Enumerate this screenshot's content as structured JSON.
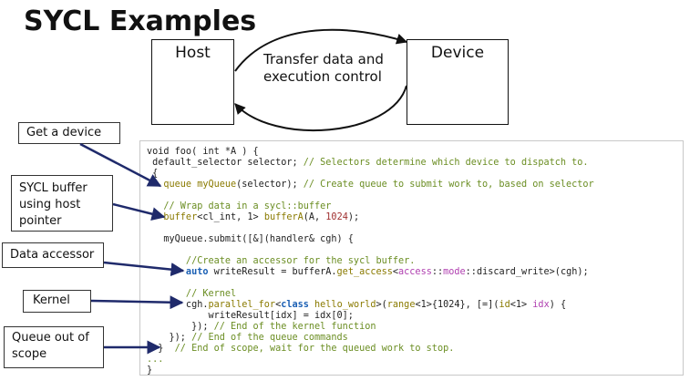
{
  "title": "SYCL Examples",
  "diagram": {
    "host_label": "Host",
    "device_label": "Device",
    "arc_label_line1": "Transfer data and",
    "arc_label_line2": "execution control"
  },
  "callouts": [
    {
      "line1": "Get a device"
    },
    {
      "line1": "SYCL buffer",
      "line2": "using host",
      "line3": "pointer"
    },
    {
      "line1": "Data accessor"
    },
    {
      "line1": "Kernel"
    },
    {
      "line1": "Queue out of",
      "line2": "scope"
    }
  ],
  "code": [
    {
      "spans": [
        {
          "t": "void foo( int *A ) {",
          "c": "plain"
        }
      ]
    },
    {
      "spans": [
        {
          "t": " default_selector selector; ",
          "c": "plain"
        },
        {
          "t": "// Selectors determine which device to dispatch to.",
          "c": "comment"
        }
      ]
    },
    {
      "spans": [
        {
          "t": " {",
          "c": "plain"
        }
      ]
    },
    {
      "spans": [
        {
          "t": "   queue ",
          "c": "type"
        },
        {
          "t": "myQueue",
          "c": "type"
        },
        {
          "t": "(selector); ",
          "c": "plain"
        },
        {
          "t": "// Create queue to submit work to, based on selector",
          "c": "comment"
        }
      ]
    },
    {
      "spans": [
        {
          "t": "",
          "c": "plain"
        }
      ]
    },
    {
      "spans": [
        {
          "t": "   // Wrap data in a sycl::buffer",
          "c": "comment"
        }
      ]
    },
    {
      "spans": [
        {
          "t": "   buffer",
          "c": "type"
        },
        {
          "t": "<cl_int, 1> ",
          "c": "plain"
        },
        {
          "t": "bufferA",
          "c": "type"
        },
        {
          "t": "(A, ",
          "c": "plain"
        },
        {
          "t": "1024",
          "c": "num"
        },
        {
          "t": ");",
          "c": "plain"
        }
      ]
    },
    {
      "spans": [
        {
          "t": "",
          "c": "plain"
        }
      ]
    },
    {
      "spans": [
        {
          "t": "   myQueue.submit([&](handler& cgh) {",
          "c": "plain"
        }
      ]
    },
    {
      "spans": [
        {
          "t": "",
          "c": "plain"
        }
      ]
    },
    {
      "spans": [
        {
          "t": "       //Create an accessor for the sycl buffer.",
          "c": "comment"
        }
      ]
    },
    {
      "spans": [
        {
          "t": "       auto",
          "c": "kw"
        },
        {
          "t": " writeResult = bufferA.",
          "c": "plain"
        },
        {
          "t": "get_access",
          "c": "type"
        },
        {
          "t": "<",
          "c": "plain"
        },
        {
          "t": "access",
          "c": "purple"
        },
        {
          "t": "::",
          "c": "plain"
        },
        {
          "t": "mode",
          "c": "purple"
        },
        {
          "t": "::discard_write>(cgh);",
          "c": "plain"
        }
      ]
    },
    {
      "spans": [
        {
          "t": "",
          "c": "plain"
        }
      ]
    },
    {
      "spans": [
        {
          "t": "       // Kernel",
          "c": "comment"
        }
      ]
    },
    {
      "spans": [
        {
          "t": "       cgh.",
          "c": "plain"
        },
        {
          "t": "parallel_for",
          "c": "type"
        },
        {
          "t": "<",
          "c": "plain"
        },
        {
          "t": "class",
          "c": "kw"
        },
        {
          "t": " ",
          "c": "plain"
        },
        {
          "t": "hello_world",
          "c": "type"
        },
        {
          "t": ">(",
          "c": "plain"
        },
        {
          "t": "range",
          "c": "type"
        },
        {
          "t": "<1>{1024}, [=](",
          "c": "plain"
        },
        {
          "t": "id",
          "c": "type"
        },
        {
          "t": "<1> ",
          "c": "plain"
        },
        {
          "t": "idx",
          "c": "purple"
        },
        {
          "t": ") {",
          "c": "plain"
        }
      ]
    },
    {
      "spans": [
        {
          "t": "           writeResult[idx] = idx[0];",
          "c": "plain"
        }
      ]
    },
    {
      "spans": [
        {
          "t": "        }); ",
          "c": "plain"
        },
        {
          "t": "// End of the kernel function",
          "c": "comment"
        }
      ]
    },
    {
      "spans": [
        {
          "t": "    }); ",
          "c": "plain"
        },
        {
          "t": "// End of the queue commands",
          "c": "comment"
        }
      ]
    },
    {
      "spans": [
        {
          "t": "  }  ",
          "c": "plain"
        },
        {
          "t": "// End of scope, wait for the queued work to stop.",
          "c": "comment"
        }
      ]
    },
    {
      "spans": [
        {
          "t": "...",
          "c": "comment"
        }
      ]
    },
    {
      "spans": [
        {
          "t": "}",
          "c": "plain"
        }
      ]
    }
  ]
}
